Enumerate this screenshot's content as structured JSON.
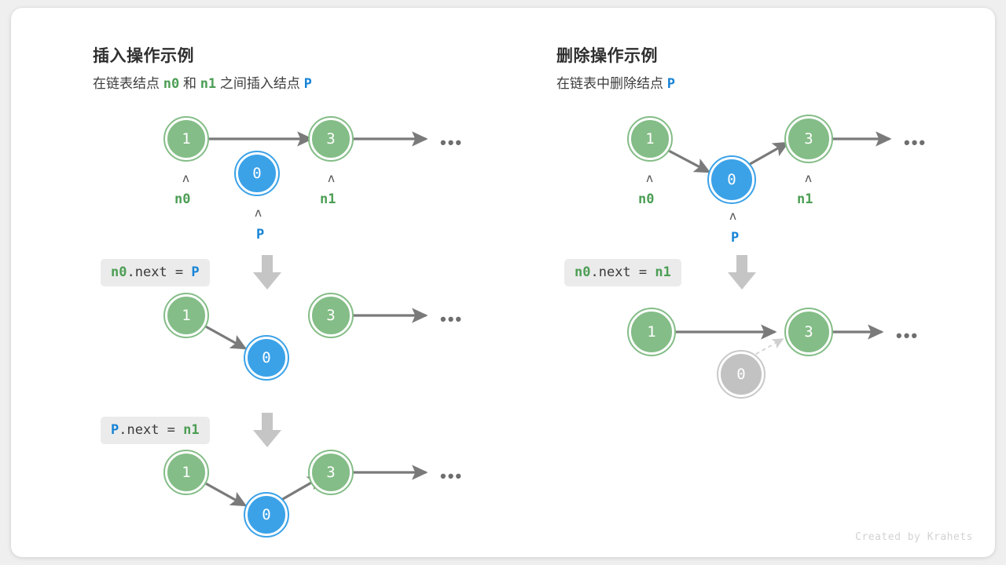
{
  "credit": "Created by Krahets",
  "colors": {
    "green": "#84bd87",
    "blue": "#3ba2e8",
    "gray": "#c2c2c2",
    "arrow": "#7a7a7a",
    "badge_bg": "#ebebeb",
    "card_bg": "#ffffff",
    "page_bg": "#efefef"
  },
  "left_panel": {
    "title": "插入操作示例",
    "subtitle_parts": {
      "p1": "在链表结点",
      "n0": "n0",
      "p2": "和",
      "n1": "n1",
      "p3": "之间插入结点",
      "p": "P"
    },
    "steps": [
      {
        "nodes": [
          {
            "value": "1",
            "color": "green",
            "pointer": "n0"
          },
          {
            "value": "0",
            "color": "blue",
            "pointer": "P"
          },
          {
            "value": "3",
            "color": "green",
            "pointer": "n1"
          }
        ],
        "ellipsis": "•••"
      },
      {
        "code": {
          "lhs": "n0",
          "lhs_color": "green",
          "mid": ".next = ",
          "rhs": "P",
          "rhs_color": "blue",
          "full": "n0.next = P"
        },
        "nodes": [
          {
            "value": "1",
            "color": "green"
          },
          {
            "value": "0",
            "color": "blue"
          },
          {
            "value": "3",
            "color": "green"
          }
        ],
        "ellipsis": "•••"
      },
      {
        "code": {
          "lhs": "P",
          "lhs_color": "blue",
          "mid": ".next = ",
          "rhs": "n1",
          "rhs_color": "green",
          "full": "P.next = n1"
        },
        "nodes": [
          {
            "value": "1",
            "color": "green"
          },
          {
            "value": "0",
            "color": "blue"
          },
          {
            "value": "3",
            "color": "green"
          }
        ],
        "ellipsis": "•••"
      }
    ]
  },
  "right_panel": {
    "title": "删除操作示例",
    "subtitle_parts": {
      "p1": "在链表中删除结点",
      "p": "P"
    },
    "steps": [
      {
        "nodes": [
          {
            "value": "1",
            "color": "green",
            "pointer": "n0"
          },
          {
            "value": "0",
            "color": "blue",
            "pointer": "P"
          },
          {
            "value": "3",
            "color": "green",
            "pointer": "n1"
          }
        ],
        "ellipsis": "•••"
      },
      {
        "code": {
          "lhs": "n0",
          "lhs_color": "green",
          "mid": ".next = ",
          "rhs": "n1",
          "rhs_color": "green",
          "full": "n0.next = n1"
        },
        "nodes": [
          {
            "value": "1",
            "color": "green"
          },
          {
            "value": "0",
            "color": "gray"
          },
          {
            "value": "3",
            "color": "green"
          }
        ],
        "ellipsis": "•••"
      }
    ]
  },
  "icons": {
    "caret": "ʌ",
    "down_arrow": "down-arrow-icon"
  }
}
